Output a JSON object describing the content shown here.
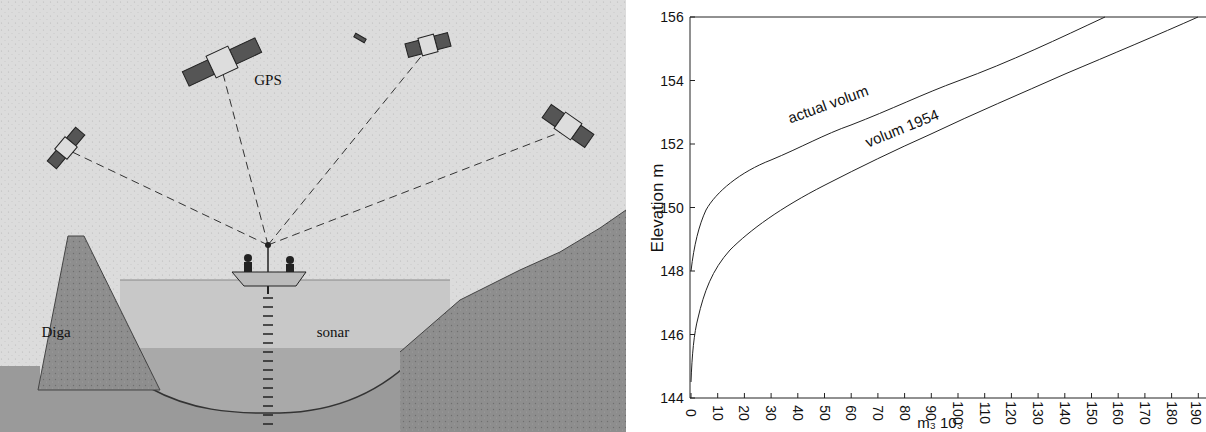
{
  "diagram": {
    "labels": [
      "GPS",
      "Diga",
      "sonar",
      "Elevation m",
      "156",
      "154",
      "152",
      "150",
      "148",
      "146",
      "144",
      "0",
      "10",
      "20",
      "30",
      "40",
      "50",
      "60",
      "70",
      "80",
      "90",
      "100",
      "110",
      "120",
      "130",
      "140",
      "150",
      "160",
      "170",
      "180",
      "190",
      "m₃ 10₃",
      "actual volum",
      "volum 1954"
    ]
  }
}
